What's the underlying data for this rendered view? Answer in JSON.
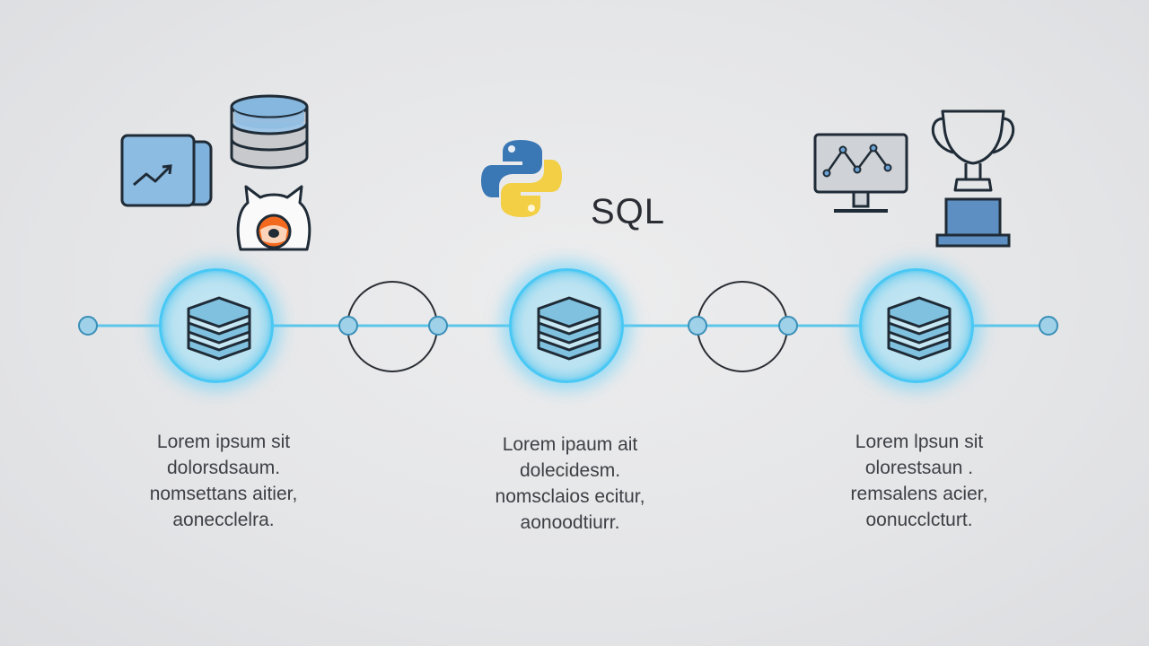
{
  "icons": {
    "left_group": [
      "chart-window-icon",
      "database-icon",
      "cat-mascot-icon"
    ],
    "middle_group": [
      "python-logo-icon"
    ],
    "right_group": [
      "monitor-chart-icon",
      "trophy-icon"
    ]
  },
  "labels": {
    "sql": "SQL"
  },
  "steps": [
    {
      "lines": [
        "Lorem ipsum sit",
        "dolorsdsaum.",
        "nomsettans aitier,",
        "aonecclelra."
      ]
    },
    {
      "lines": [
        "Lorem ipaum ait",
        "dolecidesm.",
        "nomsclaios ecitur,",
        "aonoodtiurr."
      ]
    },
    {
      "lines": [
        "Lorem lpsun sit",
        "olorestsaun .",
        "remsalens acier,",
        "oonucclcturt."
      ]
    }
  ],
  "colors": {
    "accent_line": "#5cc6ea",
    "glow": "#48c8f4",
    "icon_blue": "#6aa3d5",
    "stroke": "#1f2b36",
    "python_blue": "#3a77b5",
    "python_yellow": "#f2cf45"
  }
}
